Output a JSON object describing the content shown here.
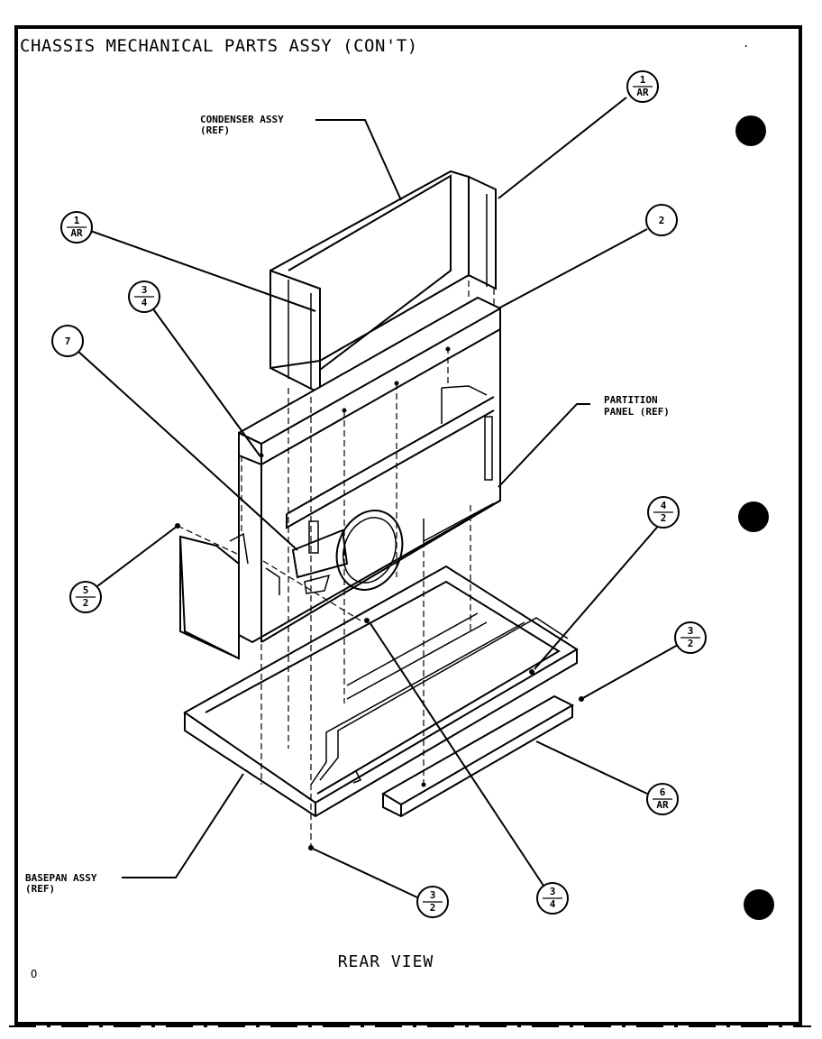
{
  "title": "CHASSIS MECHANICAL PARTS ASSY (CON'T)",
  "view_label": "REAR VIEW",
  "corner_mark": "O",
  "references": {
    "condenser": [
      "CONDENSER ASSY",
      "(REF)"
    ],
    "partition": [
      "PARTITION",
      "PANEL (REF)"
    ],
    "basepan": [
      "BASEPAN ASSY",
      "(REF)"
    ]
  },
  "callouts": [
    {
      "id": "c1",
      "top": "1",
      "bottom": "AR"
    },
    {
      "id": "c2",
      "top": "1",
      "bottom": "AR"
    },
    {
      "id": "c3",
      "top": "2",
      "bottom": ""
    },
    {
      "id": "c4",
      "top": "3",
      "bottom": "4"
    },
    {
      "id": "c5",
      "top": "7",
      "bottom": ""
    },
    {
      "id": "c6",
      "top": "4",
      "bottom": "2"
    },
    {
      "id": "c7",
      "top": "5",
      "bottom": "2"
    },
    {
      "id": "c8",
      "top": "3",
      "bottom": "2"
    },
    {
      "id": "c9",
      "top": "6",
      "bottom": "AR"
    },
    {
      "id": "c10",
      "top": "3",
      "bottom": "2"
    },
    {
      "id": "c11",
      "top": "3",
      "bottom": "4"
    }
  ]
}
